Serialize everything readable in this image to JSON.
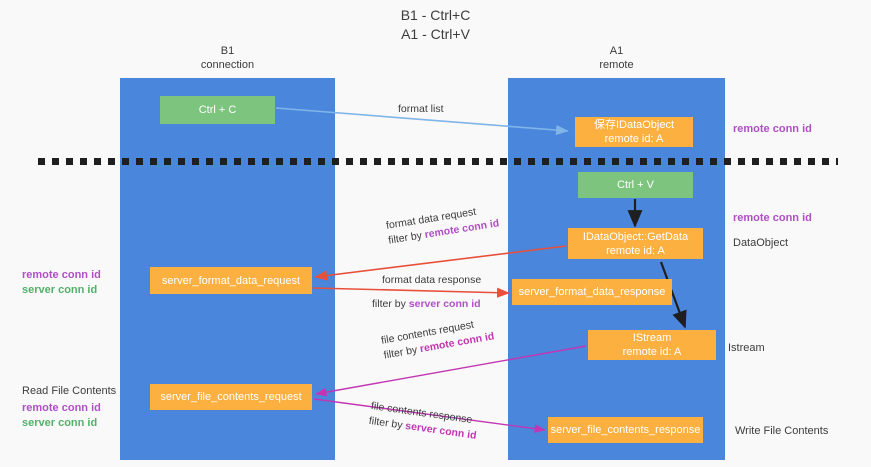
{
  "title": {
    "line1": "B1 - Ctrl+C",
    "line2": "A1 - Ctrl+V"
  },
  "columns": [
    {
      "id": "b1",
      "name": "B1",
      "subtitle": "connection"
    },
    {
      "id": "a1",
      "name": "A1",
      "subtitle": "remote"
    }
  ],
  "nodes": {
    "ctrl_c": {
      "label": "Ctrl + C",
      "color": "#7dc57f"
    },
    "save_dataobject": {
      "line1": "保存IDataObject",
      "line2": "remote id: A",
      "color": "#fbb040"
    },
    "ctrl_v": {
      "label": "Ctrl + V",
      "color": "#7dc57f"
    },
    "getdata": {
      "line1": "IDataObject::GetData",
      "line2": "remote id: A",
      "color": "#fbb040"
    },
    "server_format_data_request": {
      "label": "server_format_data_request",
      "color": "#fbb040"
    },
    "server_format_data_response": {
      "label": "server_format_data_response",
      "color": "#fbb040"
    },
    "istream": {
      "line1": "IStream",
      "line2": "remote id: A",
      "color": "#fbb040"
    },
    "server_file_contents_request": {
      "label": "server_file_contents_request",
      "color": "#fbb040"
    },
    "server_file_contents_response": {
      "label": "server_file_contents_response",
      "color": "#fbb040"
    }
  },
  "edge_labels": {
    "format_list": "format list",
    "format_data_request": "format data request",
    "format_data_request_filter_prefix": "filter by ",
    "format_data_request_filter_id": "remote conn id",
    "format_data_response": "format data response",
    "format_data_response_filter_prefix": "filter by ",
    "format_data_response_filter_id": "server conn id",
    "file_contents_request": "file contents request",
    "file_contents_request_filter_prefix": "filter by ",
    "file_contents_request_filter_id": "remote conn id",
    "file_contents_response": "file contents response",
    "file_contents_response_filter_prefix": "filter by ",
    "file_contents_response_filter_id": "server conn id"
  },
  "annotations": {
    "right_remote_conn_id_top": "remote conn id",
    "right_remote_conn_id_mid": "remote conn id",
    "dataobject": "DataObject",
    "istream": "Istream",
    "write_file_contents": "Write File Contents",
    "left_remote_conn_id": "remote conn id",
    "left_server_conn_id": "server conn id",
    "read_file_contents": "Read File Contents",
    "left_remote_conn_id_2": "remote conn id",
    "left_server_conn_id_2": "server conn id"
  },
  "colors": {
    "lane": "#4a86dc",
    "green_node": "#7dc57f",
    "orange_node": "#fbb040",
    "purple_text": "#b04fc6",
    "green_text": "#53b06a",
    "magenta_text": "#c236b4",
    "arrow_blue": "#7fb5e8",
    "arrow_red": "#e8503a",
    "arrow_magenta": "#c236b4",
    "arrow_black": "#1f1f1f",
    "background": "#f9f9f9"
  }
}
